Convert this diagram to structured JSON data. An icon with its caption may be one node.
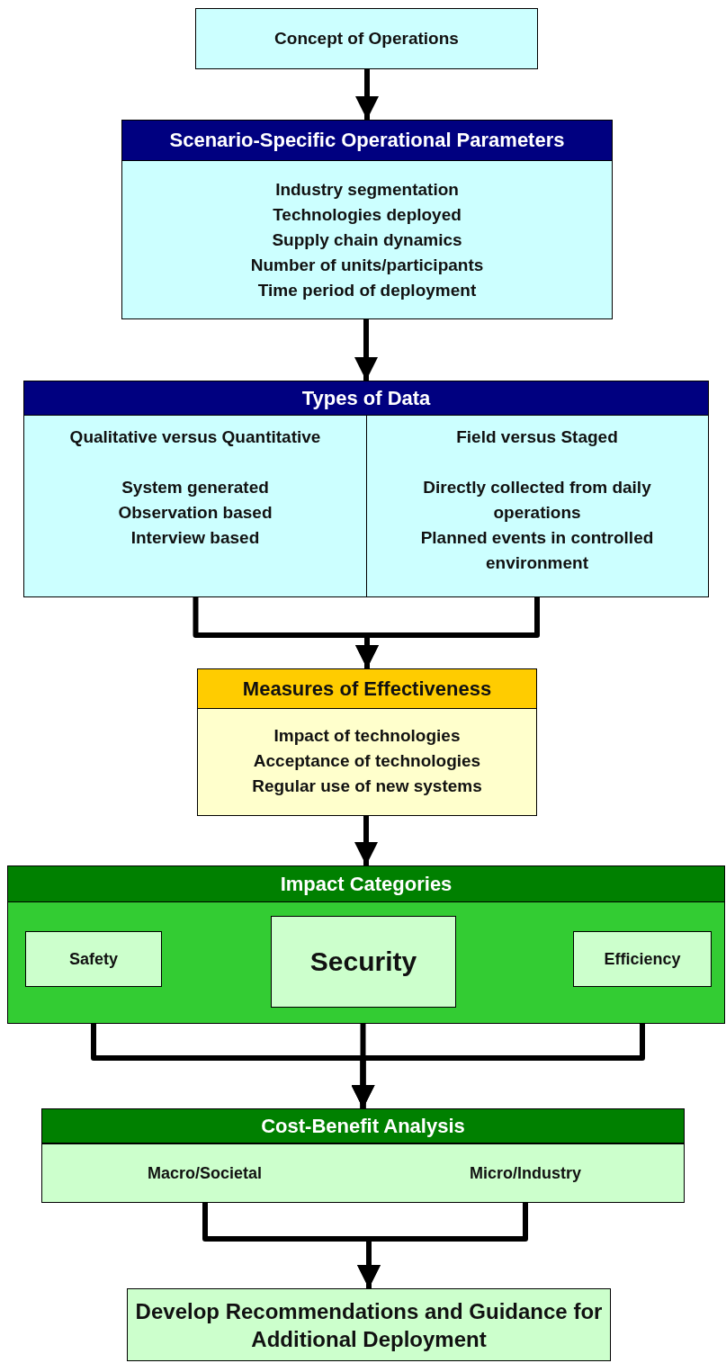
{
  "diagram": {
    "nodes": [
      {
        "text": [
          "Concept of Operations"
        ]
      },
      {
        "text": [
          "Scenario-Specific Operational Parameters",
          "Industry segmentation",
          "Technologies deployed",
          "Supply chain dynamics",
          "Number of units/participants",
          "Time period of deployment"
        ]
      },
      {
        "text": [
          "Types of Data"
        ]
      },
      {
        "text": [
          "Qualitative versus Quantitative",
          "System generated",
          "Observation based",
          "Interview based"
        ],
        "in": 2
      },
      {
        "text": [
          "Field versus Staged",
          "Directly collected from daily operations",
          "Planned events in controlled environment"
        ],
        "in": 2
      },
      {
        "text": [
          "Measures of Effectiveness",
          "Impact of technologies",
          "Acceptance of technologies",
          "Regular use of new systems"
        ]
      },
      {
        "text": [
          "Impact Categories"
        ]
      },
      {
        "text": [
          "Safety"
        ],
        "in": 6
      },
      {
        "text": [
          "Security"
        ],
        "in": 6
      },
      {
        "text": [
          "Efficiency"
        ],
        "in": 6
      },
      {
        "text": [
          "Cost-Benefit Analysis"
        ]
      },
      {
        "text": [
          "Macro/Societal"
        ],
        "in": 10
      },
      {
        "text": [
          "Micro/Industry"
        ],
        "in": 10
      },
      {
        "text": [
          "Develop Recommendations and Guidance for Additional Deployment"
        ]
      }
    ],
    "edges": [
      {
        "from": 0,
        "to": 1,
        "arrow": "to"
      },
      {
        "from": 1,
        "to": 2,
        "arrow": "to"
      },
      {
        "from": 3,
        "to": 5,
        "arrow": "to"
      },
      {
        "from": 4,
        "to": 5,
        "arrow": "to"
      },
      {
        "from": 5,
        "to": 6,
        "arrow": "to"
      },
      {
        "from": 7,
        "to": 10,
        "arrow": "to"
      },
      {
        "from": 8,
        "to": 10,
        "arrow": "to"
      },
      {
        "from": 9,
        "to": 10,
        "arrow": "to"
      },
      {
        "from": 11,
        "to": 13,
        "arrow": "to"
      },
      {
        "from": 12,
        "to": 13,
        "arrow": "to"
      }
    ]
  }
}
